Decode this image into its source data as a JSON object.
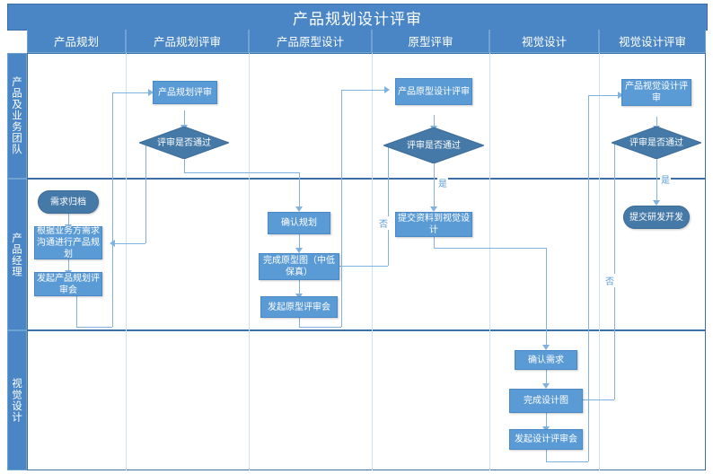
{
  "diagram": {
    "title": "产品规划设计评审",
    "type": "swimlane-flowchart",
    "columns": [
      {
        "id": "c1",
        "label": "产品规划"
      },
      {
        "id": "c2",
        "label": "产品规划评审"
      },
      {
        "id": "c3",
        "label": "产品原型设计"
      },
      {
        "id": "c4",
        "label": "原型评审"
      },
      {
        "id": "c5",
        "label": "视觉设计"
      },
      {
        "id": "c6",
        "label": "视觉设计评审"
      }
    ],
    "lanes": [
      {
        "id": "l1",
        "label": "产品及业务团队"
      },
      {
        "id": "l2",
        "label": "产品经理"
      },
      {
        "id": "l3",
        "label": "视觉设计"
      }
    ],
    "nodes": [
      {
        "id": "n1",
        "label": "产品规划评审",
        "shape": "process",
        "lane": "l1",
        "column": "c2"
      },
      {
        "id": "n2",
        "label": "评审是否通过",
        "shape": "decision",
        "lane": "l1",
        "column": "c2"
      },
      {
        "id": "n3",
        "label": "产品原型设计评审",
        "shape": "process",
        "lane": "l1",
        "column": "c4"
      },
      {
        "id": "n4",
        "label": "评审是否通过",
        "shape": "decision",
        "lane": "l1",
        "column": "c4"
      },
      {
        "id": "n5",
        "label": "产品视觉设计评审",
        "shape": "process",
        "lane": "l1",
        "column": "c6"
      },
      {
        "id": "n6",
        "label": "评审是否通过",
        "shape": "decision",
        "lane": "l1",
        "column": "c6"
      },
      {
        "id": "n7",
        "label": "需求归档",
        "shape": "terminator",
        "lane": "l2",
        "column": "c1"
      },
      {
        "id": "n8",
        "label": "根据业务方需求沟通进行产品规划",
        "shape": "process",
        "lane": "l2",
        "column": "c1"
      },
      {
        "id": "n9",
        "label": "发起产品规划评审会",
        "shape": "process",
        "lane": "l2",
        "column": "c1"
      },
      {
        "id": "n10",
        "label": "确认规划",
        "shape": "process",
        "lane": "l2",
        "column": "c3"
      },
      {
        "id": "n11",
        "label": "完成原型图（中低保真）",
        "shape": "process",
        "lane": "l2",
        "column": "c3"
      },
      {
        "id": "n12",
        "label": "发起原型评审会",
        "shape": "process",
        "lane": "l2",
        "column": "c3"
      },
      {
        "id": "n13",
        "label": "提交资料到视觉设计",
        "shape": "process",
        "lane": "l2",
        "column": "c4"
      },
      {
        "id": "n14",
        "label": "提交研发开发",
        "shape": "terminator",
        "lane": "l2",
        "column": "c6"
      },
      {
        "id": "n15",
        "label": "确认需求",
        "shape": "process",
        "lane": "l3",
        "column": "c5"
      },
      {
        "id": "n16",
        "label": "完成设计图",
        "shape": "process",
        "lane": "l3",
        "column": "c5"
      },
      {
        "id": "n17",
        "label": "发起设计评审会",
        "shape": "process",
        "lane": "l3",
        "column": "c5"
      }
    ],
    "edge_labels": {
      "yes": "是",
      "no": "否",
      "no_proto": "否",
      "no_visual": "否",
      "yes_proto": "是",
      "yes_visual": "是"
    },
    "colors": {
      "header": "#4a86c5",
      "process_fill": "#5b9bd5",
      "decision_fill": "#4579a8",
      "terminator_fill": "#4579a8",
      "connector": "#7fb2de",
      "lane_border": "#3b6fa5",
      "canvas": "#ffffff"
    }
  }
}
